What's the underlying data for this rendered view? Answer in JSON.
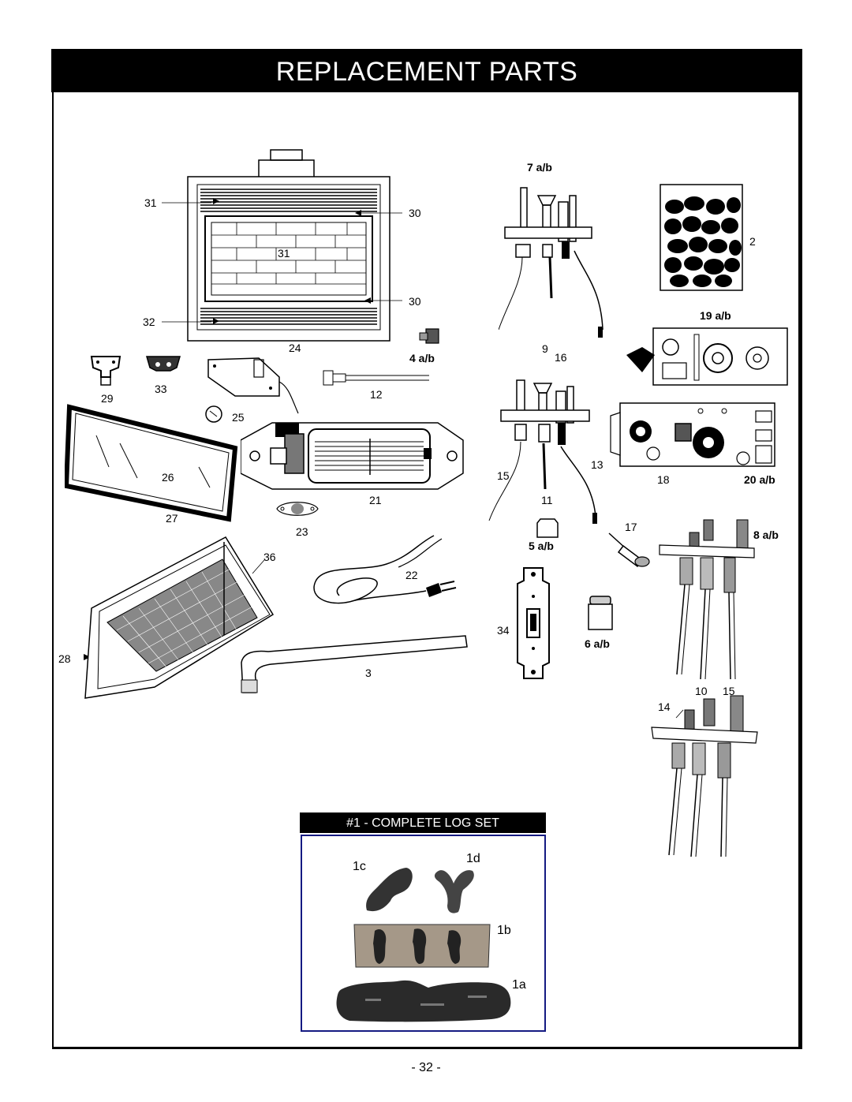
{
  "header": {
    "title": "REPLACEMENT PARTS"
  },
  "logset": {
    "title": "#1 - COMPLETE LOG SET",
    "labels": {
      "c": "1c",
      "d": "1d",
      "b": "1b",
      "a": "1a"
    }
  },
  "labels": {
    "l31a": "31",
    "l30a": "30",
    "l31b": "31",
    "l30b": "30",
    "l32": "32",
    "l7ab": "7 a/b",
    "l2": "2",
    "l19ab": "19 a/b",
    "l24": "24",
    "l4ab": "4 a/b",
    "l9": "9",
    "l16": "16",
    "l29": "29",
    "l33": "33",
    "l12": "12",
    "l25": "25",
    "l26": "26",
    "l13": "13",
    "l15a": "15",
    "l18": "18",
    "l20ab": "20 a/b",
    "l21": "21",
    "l11": "11",
    "l27": "27",
    "l23": "23",
    "l17": "17",
    "l8ab": "8 a/b",
    "l5ab": "5 a/b",
    "l36": "36",
    "l22": "22",
    "l34": "34",
    "l6ab": "6 a/b",
    "l28": "28",
    "l3": "3",
    "l10": "10",
    "l15b": "15",
    "l14": "14"
  },
  "footer": {
    "page": "- 32 -"
  }
}
